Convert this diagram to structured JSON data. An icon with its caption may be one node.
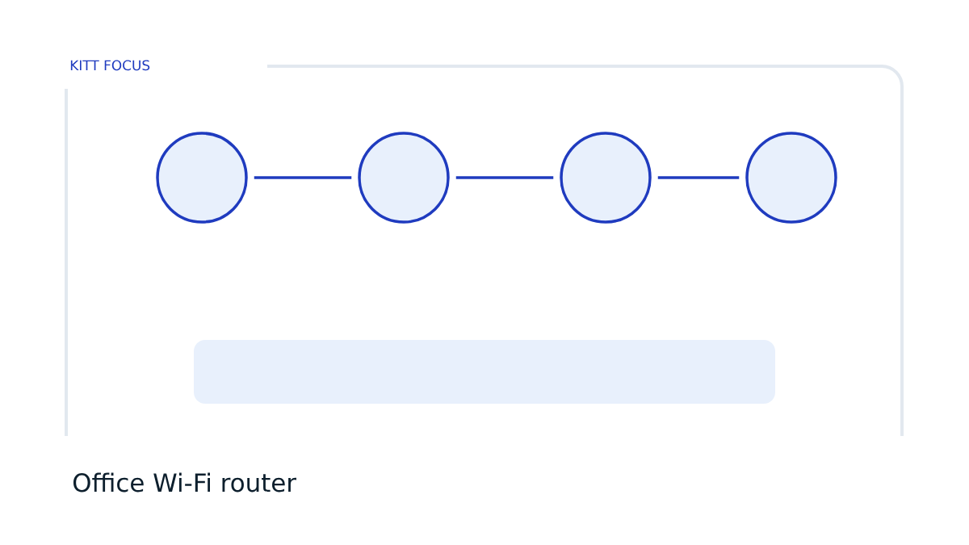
{
  "diagram": {
    "caption": "Office Wi-Fi router",
    "nodes": [
      {
        "text": [
          "KITT FOCUS"
        ]
      },
      {
        "text": [],
        "shape": "circle",
        "in": 0
      },
      {
        "text": [],
        "shape": "circle",
        "in": 0
      },
      {
        "text": [],
        "shape": "circle",
        "in": 0
      },
      {
        "text": [],
        "shape": "circle",
        "in": 0
      },
      {
        "text": [],
        "shape": "bar",
        "in": 0
      }
    ],
    "edges": [
      {
        "from": 1,
        "to": 2,
        "arrow": "none"
      },
      {
        "from": 2,
        "to": 3,
        "arrow": "none"
      },
      {
        "from": 3,
        "to": 4,
        "arrow": "none"
      }
    ]
  }
}
